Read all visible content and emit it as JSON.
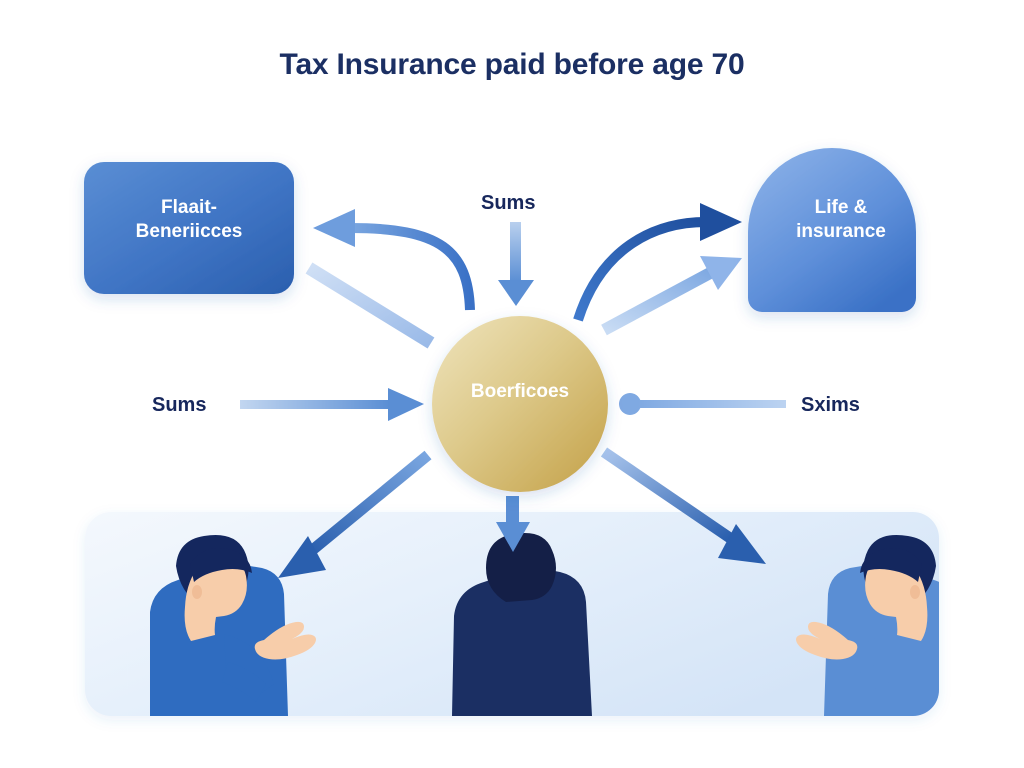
{
  "title": "Tax Insurance paid before age 70",
  "nodes": {
    "left_box": {
      "line1": "Flaait-",
      "line2": "Beneriicces",
      "shape": "rounded-rectangle",
      "fill_from": "#4a7fc8",
      "fill_to": "#2a60b0"
    },
    "right_dome": {
      "line1": "Life &",
      "line2": "insurance",
      "shape": "arch-dome",
      "fill_from": "#86aee6",
      "fill_to": "#3c74c8"
    },
    "center_circle": {
      "label": "Boerficoes",
      "shape": "circle",
      "fill_from": "#ece0b6",
      "fill_to": "#c4a24a"
    }
  },
  "flow_labels": {
    "top": "Sums",
    "left": "Sums",
    "right": "Sxims"
  },
  "bottom_panel": {
    "fill_from": "#f3f7fc",
    "fill_to": "#d8e6f8",
    "figures": [
      {
        "name": "figure-left",
        "facing": "right",
        "shirt": "#2f6cc0",
        "hair": "#14275e",
        "skin": "#f7cdaa"
      },
      {
        "name": "figure-center",
        "facing": "away",
        "shirt": "#1b2f63",
        "hair": "#141f47",
        "skin": "#f0c19c"
      },
      {
        "name": "figure-right",
        "facing": "left",
        "shirt": "#5a8ed4",
        "hair": "#14275e",
        "skin": "#f7cdaa"
      }
    ]
  },
  "colors": {
    "title_navy": "#1b2f63",
    "arrow_light": "#9dbde8",
    "arrow_mid": "#5a8ed4",
    "arrow_dark": "#2a5fae",
    "background": "#ffffff"
  }
}
